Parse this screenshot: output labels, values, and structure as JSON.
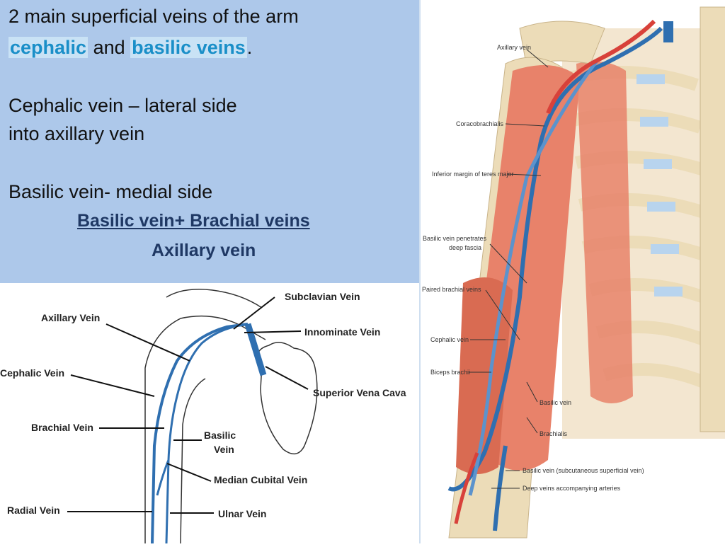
{
  "text": {
    "line1": "2  main superficial veins of the arm",
    "cephalic": "cephalic",
    "and": "and",
    "basilic": "basilic veins",
    "period": ".",
    "cephalic_vein": "Cephalic vein – lateral side",
    "into_axillary": "into axillary vein",
    "basilic_vein": "Basilic vein- medial side",
    "combo": "Basilic vein+ Brachial veins",
    "axillary": "Axillary vein"
  },
  "left_diagram": {
    "labels": {
      "subclavian": "Subclavian Vein",
      "axillary": "Axillary Vein",
      "innominate": "Innominate Vein",
      "cephalic": "Cephalic Vein",
      "svc": "Superior Vena Cava",
      "brachial": "Brachial Vein",
      "basilic1": "Basilic",
      "basilic2": "Vein",
      "median_cubital": "Median Cubital Vein",
      "radial": "Radial Vein",
      "ulnar": "Ulnar Vein"
    }
  },
  "right_diagram": {
    "labels": {
      "axillary": "Axillary vein",
      "coracobrachialis": "Coracobrachialis",
      "teres": "Inferior margin of teres major",
      "basilic_pen1": "Basilic vein penetrates",
      "basilic_pen2": "deep fascia",
      "paired_brachial": "Paired brachial veins",
      "cephalic": "Cephalic vein",
      "biceps": "Biceps brachii",
      "basilic": "Basilic vein",
      "brachialis": "Brachialis",
      "basilic_sub": "Basilic vein (subcutaneous superficial vein)",
      "deep_veins": "Deep veins accompanying arteries"
    }
  },
  "colors": {
    "panel_bg": "#adc8ea",
    "vein_blue": "#2f6fb0",
    "artery_red": "#d8413a",
    "muscle": "#e8826a",
    "bone": "#ecdcb8",
    "highlight_text": "#1a8fc8",
    "heading_bold": "#1f3864"
  }
}
